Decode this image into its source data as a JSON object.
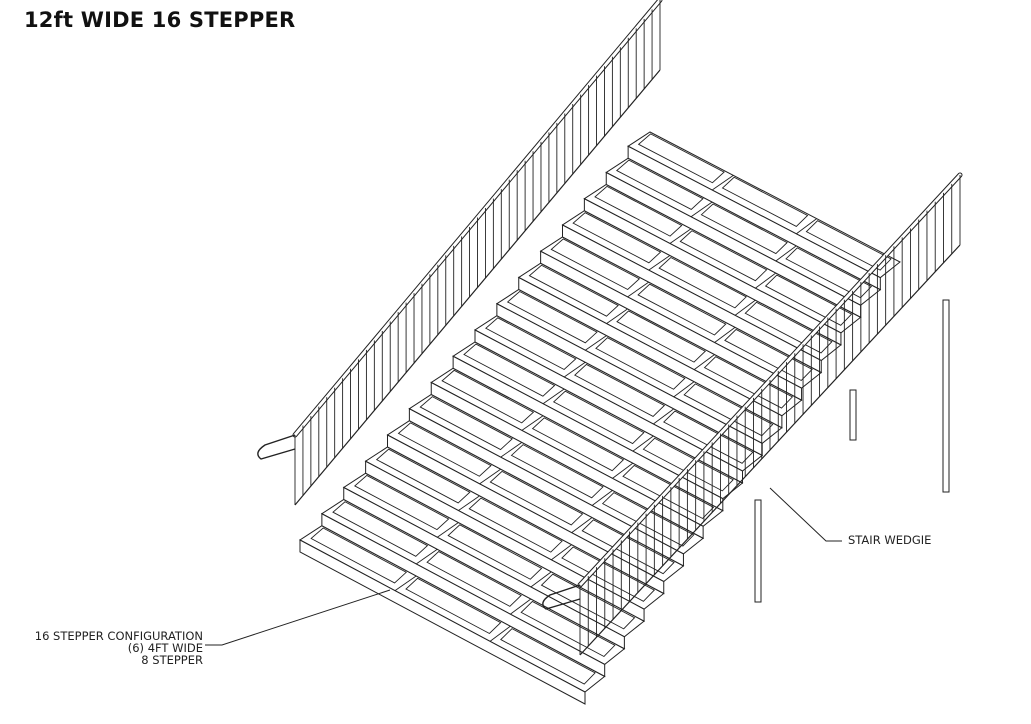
{
  "title": "12ft WIDE 16 STEPPER",
  "callouts": {
    "configuration": [
      "16 STEPPER CONFIGURATION",
      "(6) 4FT WIDE",
      "8 STEPPER"
    ],
    "wedgie": "STAIR WEDGIE"
  },
  "drawing": {
    "steps": 16,
    "modules_across": 3,
    "line_color": "#222222"
  }
}
